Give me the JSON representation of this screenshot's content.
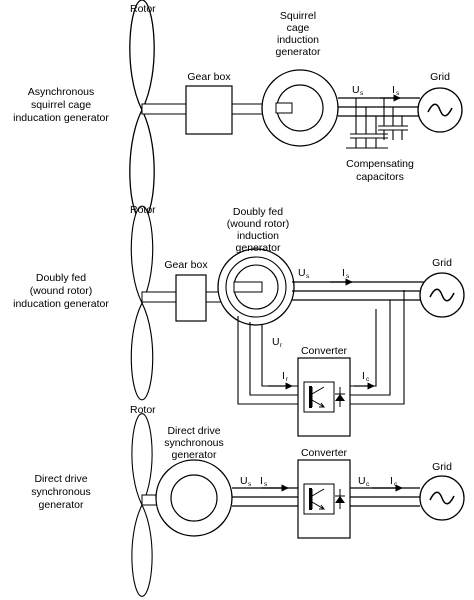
{
  "sections": [
    {
      "system_label": [
        "Asynchronous",
        "squirrel cage",
        "inducation generator"
      ],
      "rotor_label": "Rotor",
      "gearbox_label": "Gear box",
      "generator_label": [
        "Squirrel",
        "cage",
        "induction",
        "generator"
      ],
      "voltage_label": "U",
      "voltage_sub": "s",
      "current_label": "I",
      "current_sub": "s",
      "grid_label": "Grid",
      "capacitor_label": [
        "Compensating",
        "capacitors"
      ]
    },
    {
      "system_label": [
        "Doubly fed",
        "(wound rotor)",
        "inducation generator"
      ],
      "rotor_label": "Rotor",
      "gearbox_label": "Gear box",
      "generator_label": [
        "Doubly fed",
        "(wound rotor)",
        "induction",
        "generator"
      ],
      "stator_voltage_label": "U",
      "stator_voltage_sub": "s",
      "stator_current_label": "I",
      "stator_current_sub": "s",
      "grid_label": "Grid",
      "rotor_voltage_label": "U",
      "rotor_voltage_sub": "r",
      "converter_label": "Converter",
      "rotor_current_label": "I",
      "rotor_current_sub": "r",
      "grid_current_label": "I",
      "grid_current_sub": "c"
    },
    {
      "system_label": [
        "Direct drive",
        "synchronous",
        "generator"
      ],
      "rotor_label": "Rotor",
      "generator_label": [
        "Direct drive",
        "synchronous",
        "generator"
      ],
      "stator_voltage_label": "U",
      "stator_voltage_sub": "s",
      "stator_current_label": "I",
      "stator_current_sub": "s",
      "converter_label": "Converter",
      "grid_voltage_label": "U",
      "grid_voltage_sub": "c",
      "grid_current_label": "I",
      "grid_current_sub": "c",
      "grid_label": "Grid"
    }
  ]
}
